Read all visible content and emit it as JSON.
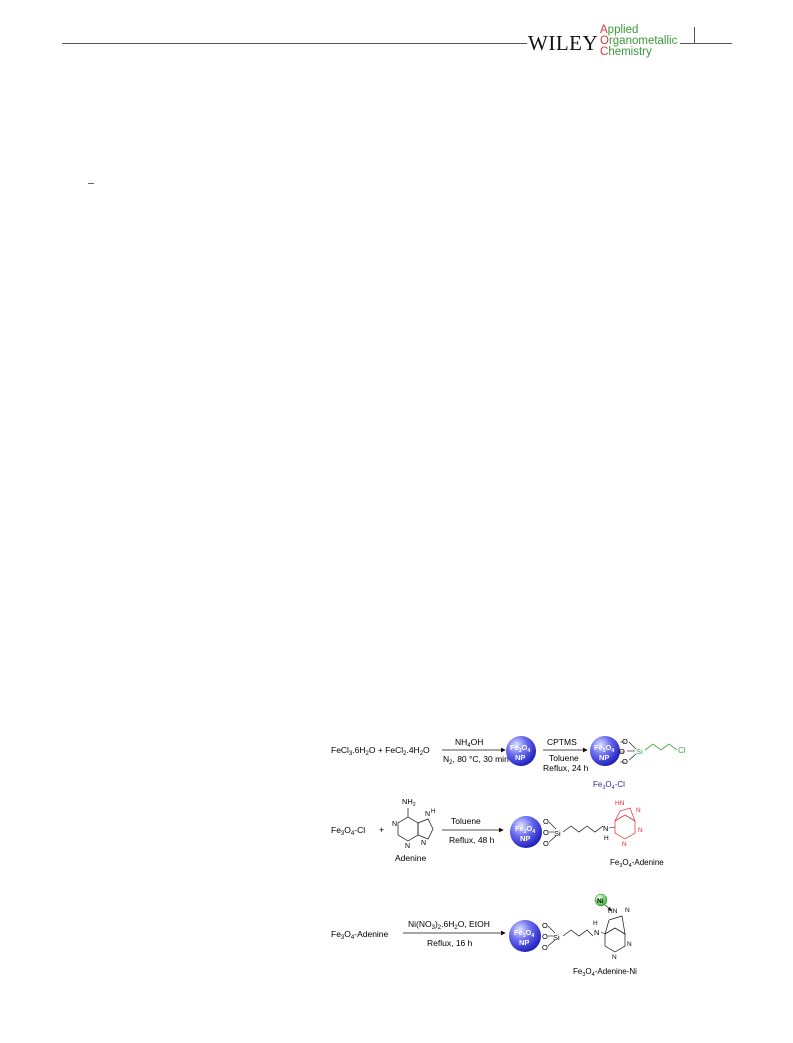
{
  "header": {
    "publisher": "WILEY",
    "journal_line1": "Applied",
    "journal_line2": "Organometallic",
    "journal_line3": "Chemistry"
  },
  "scheme": {
    "row1": {
      "reactants": "FeCl3.6H2O + FeCl2.4H2O",
      "arrow1_top": "NH4OH",
      "arrow1_bottom": "N2, 80 °C, 30 min",
      "particle": "Fe3O4 NP",
      "arrow2_top": "CPTMS",
      "arrow2_bottom1": "Toluene",
      "arrow2_bottom2": "Reflux, 24 h",
      "product_label": "Fe3O4-Cl",
      "chloro": "Cl",
      "si": "Si"
    },
    "row2": {
      "reactant": "Fe3O4-Cl",
      "plus": "+",
      "adenine_label": "Adenine",
      "nh2": "NH2",
      "arrow_top": "Toluene",
      "arrow_bottom": "Reflux, 48 h",
      "product_label": "Fe3O4-Adenine"
    },
    "row3": {
      "reactant": "Fe3O4-Adenine",
      "arrow_top": "Ni(NO3)2.6H2O, EtOH",
      "arrow_bottom": "Reflux, 16 h",
      "metal": "Ni",
      "product_label": "Fe3O4-Adenine-Ni"
    },
    "colors": {
      "particle_blue": "#2a2ad8",
      "linker_green": "#3aa83a",
      "adenine_red": "#e02a2a",
      "label_blue": "#2a2aa0",
      "ni_green": "#3ec43e"
    }
  }
}
